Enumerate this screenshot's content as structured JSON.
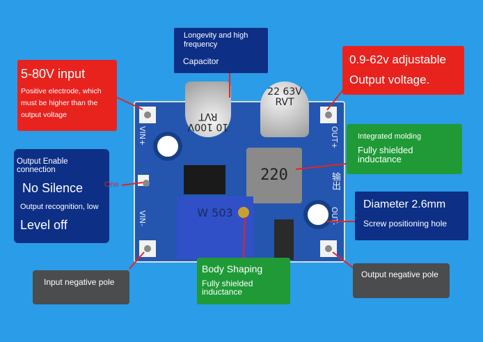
{
  "callouts": {
    "input": {
      "title": "5-80V input",
      "desc": "Positive electrode, which must be higher than the output voltage"
    },
    "capacitor": {
      "line1": "Longevity and high frequency",
      "line2": "Capacitor"
    },
    "output_voltage": {
      "line1": "0.9-62v adjustable",
      "line2": "Output voltage."
    },
    "inductance": {
      "line1": "Integrated molding",
      "line2": "Fully shielded inductance"
    },
    "enable": {
      "line1": "Output Enable connection",
      "line2": "No Silence",
      "line3": "Output recognition, low",
      "line4": "Level off",
      "tag": "One"
    },
    "diameter": {
      "line1": "Diameter 2.6mm",
      "line2": "Screw positioning hole"
    },
    "input_negative": {
      "text": "Input negative pole"
    },
    "body_shaping": {
      "line1": "Body Shaping",
      "line2": "Fully shielded inductance"
    },
    "output_negative": {
      "text": "Output negative pole"
    }
  },
  "board": {
    "vin_plus": "VIN+",
    "vin_minus": "VIN-",
    "out_plus": "OUT+",
    "out_minus": "OUT-",
    "output_cn": "输出",
    "cap1": "10 100V RVT",
    "cap2": "22 63V RVT",
    "inductor": "220",
    "pot": "W 503"
  },
  "colors": {
    "background": "#2a9ce8",
    "red": "#e8231e",
    "navy": "#0d2f86",
    "green": "#1f9a37",
    "gray": "#4a4c4e",
    "board": "#2456b0"
  }
}
